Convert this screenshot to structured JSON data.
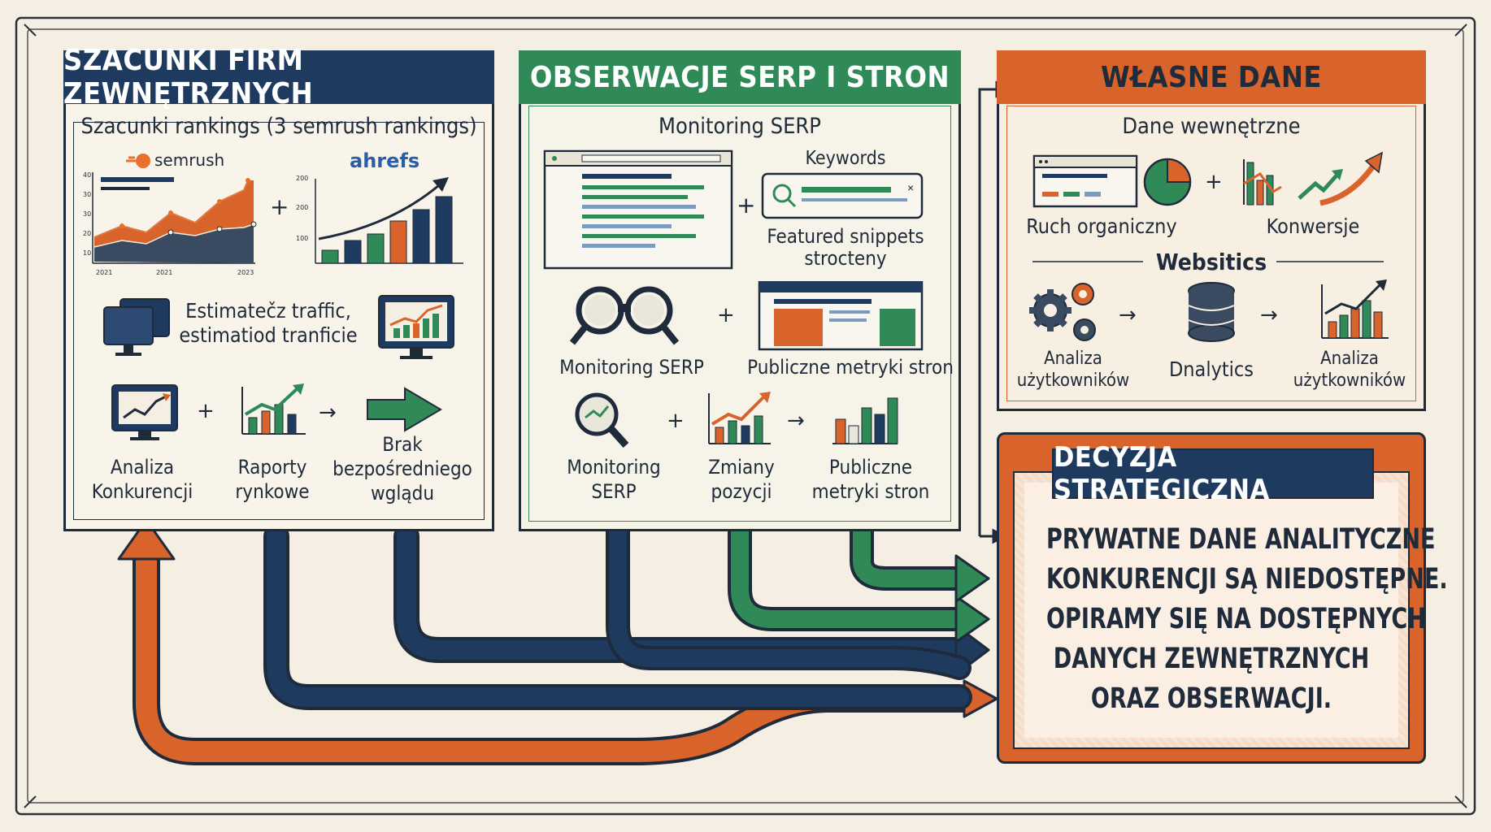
{
  "panel1": {
    "title": "SZACUNKI FIRM ZEWNĘTRZNYCH",
    "subtitle": "Szacunki rankings (3 semrush rankings)",
    "semrush_label": "semrush",
    "ahrefs_label": "ahrefs",
    "chart_left_ticks": [
      "40",
      "30",
      "30",
      "20",
      "10"
    ],
    "chart_left_years": [
      "2021",
      "2021",
      "2023"
    ],
    "chart_right_ticks": [
      "200",
      "200",
      "100"
    ],
    "traffic_text": "Estimatečz traffic,\nestimatiod tranficie",
    "items": [
      "Analiza\nKonkurencji",
      "Raporty\nrynkowe",
      "Brak\nbezpośredniego\nwglądu"
    ]
  },
  "panel2": {
    "title": "OBSERWACJE SERP I STRON",
    "subtitle": "Monitoring SERP",
    "keywords_label": "Keywords",
    "snippets_label": "Featured snippets\nstrocteny",
    "row2": [
      "Monitoring SERP",
      "Publiczne metryki stron"
    ],
    "row3": [
      "Monitoring\nSERP",
      "Zmiany\npozycji",
      "Publiczne\nmetryki stron"
    ]
  },
  "panel3": {
    "title": "WŁASNE DANE",
    "subtitle": "Dane wewnętrzne",
    "row1": [
      "Ruch organiczny",
      "Konwersje"
    ],
    "divider": "Websitics",
    "row2": [
      "Analiza\nużytkowników",
      "Dnalytics",
      "Analiza\nużytkowników"
    ]
  },
  "panel4": {
    "title": "DECYZJA STRATEGICZNA",
    "body": "PRYWATNE DANE ANALITYCZNE\nKONKURENCJI SĄ NIEDOSTĘPNE.\nOPIRAMY SIĘ NA DOSTĘPNYCH\nDANYCH ZEWNĘTRZNYCH\nORAZ OBSERWACJI."
  },
  "symbols": {
    "plus": "+",
    "arrow": "→"
  },
  "colors": {
    "navy": "#1e3a5f",
    "green": "#2f8a57",
    "orange": "#d9642b",
    "paper": "#f4efe2"
  }
}
